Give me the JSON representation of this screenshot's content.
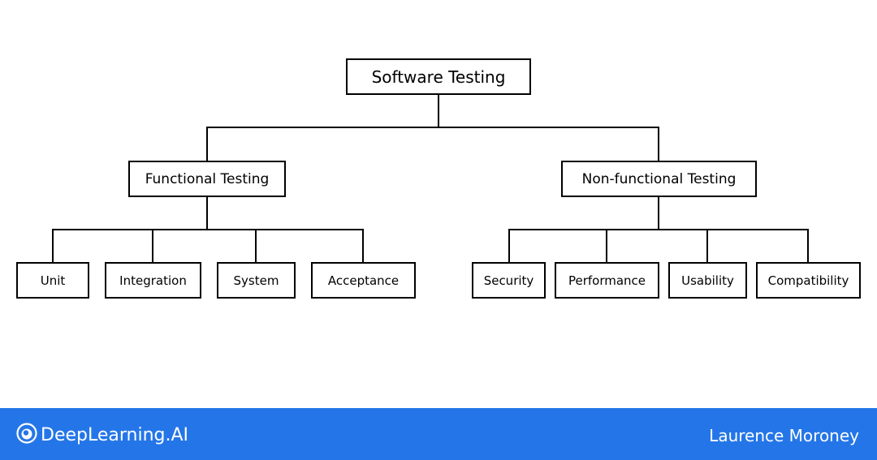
{
  "diagram": {
    "root": "Software Testing",
    "branches": [
      {
        "label": "Functional Testing",
        "leaves": [
          "Unit",
          "Integration",
          "System",
          "Acceptance"
        ]
      },
      {
        "label": "Non-functional Testing",
        "leaves": [
          "Security",
          "Performance",
          "Usability",
          "Compatibility"
        ]
      }
    ]
  },
  "footer": {
    "brand": "DeepLearning.AI",
    "brand_icon": "deeplearning-logo-icon",
    "author": "Laurence Moroney",
    "background_color": "#2476e8"
  }
}
